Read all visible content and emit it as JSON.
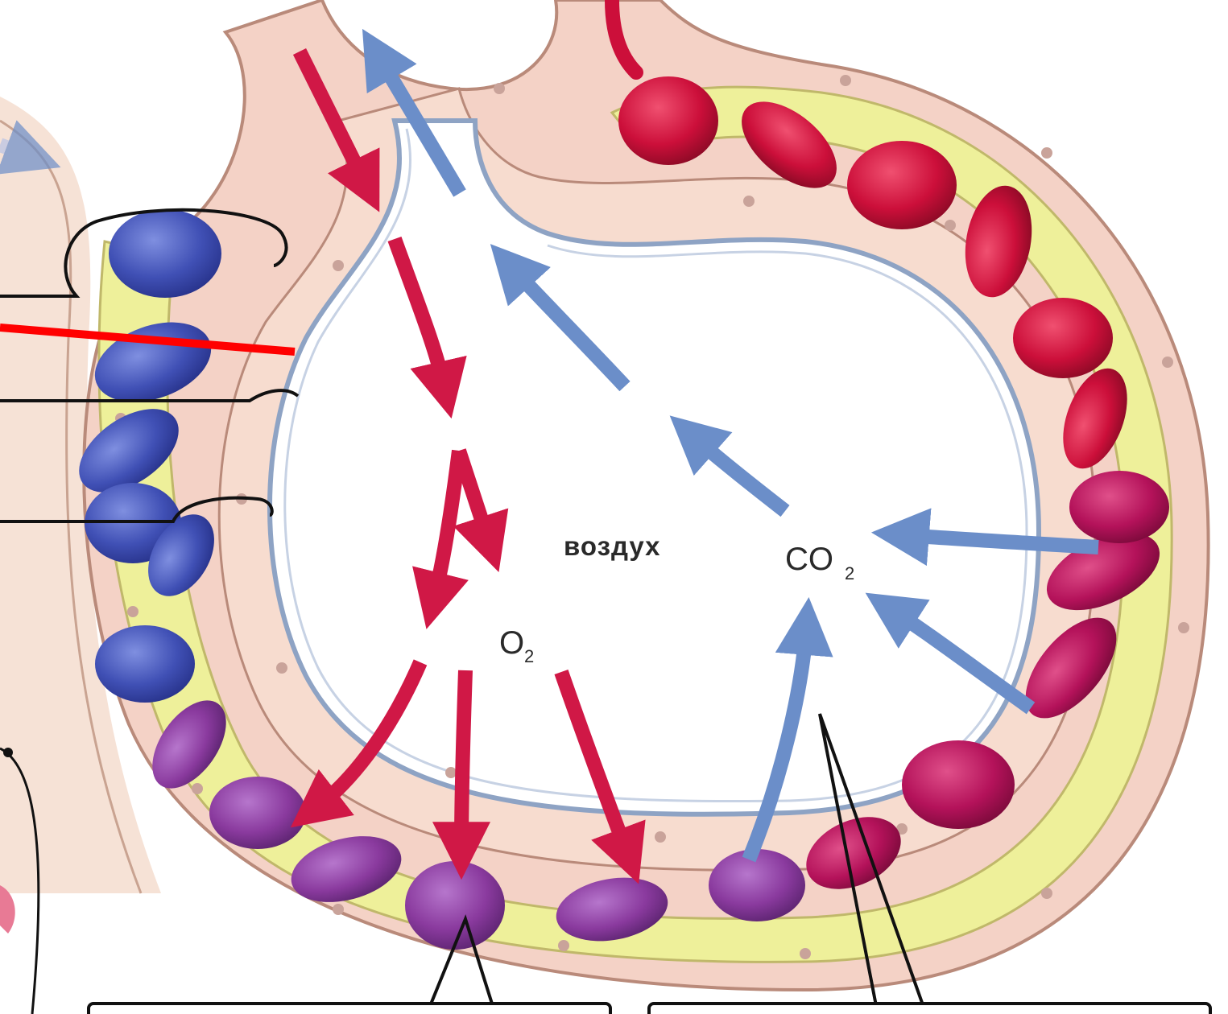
{
  "labels": {
    "air": "воздух",
    "oxygen": "O",
    "oxygen_sub": "2",
    "carbon_dioxide": "CO",
    "carbon_dioxide_sub": "2"
  },
  "colors": {
    "oxygen_arrow": "#d01846",
    "co2_arrow": "#6b8ec9",
    "red_indicator_line": "#ff0000",
    "deoxygenated_cell": "#4a5bbf",
    "transitional_cell": "#8a3fa0",
    "oxygenated_cell": "#d4123f",
    "plasma": "#eef09a",
    "wall": "#f4d2c6"
  },
  "icons": {
    "oxygen_flow": "red-arrow",
    "co2_flow": "blue-arrow",
    "blood_cell": "red-blood-cell",
    "cell_nucleus": "nucleus-dot"
  }
}
